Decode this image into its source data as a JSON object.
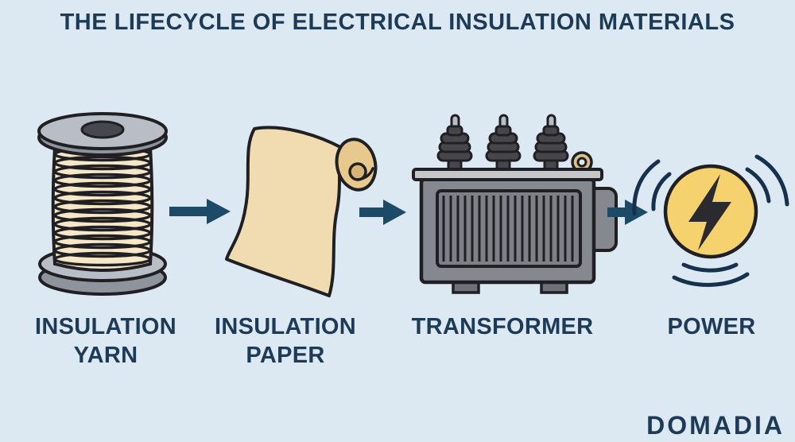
{
  "title": "THE LIFECYCLE OF ELECTRICAL INSULATION MATERIALS",
  "brand": "DOMADIA",
  "stages": [
    {
      "id": "insulation-yarn",
      "label_line1": "INSULATION",
      "label_line2": "YARN",
      "icon": "yarn-spool-icon"
    },
    {
      "id": "insulation-paper",
      "label_line1": "INSULATION",
      "label_line2": "PAPER",
      "icon": "paper-scroll-icon"
    },
    {
      "id": "transformer",
      "label_line1": "TRANSFORMER",
      "label_line2": "",
      "icon": "transformer-icon"
    },
    {
      "id": "power",
      "label_line1": "POWER",
      "label_line2": "",
      "icon": "power-bolt-icon"
    }
  ],
  "colors": {
    "background": "#dde9f2",
    "text": "#1d3a56",
    "arrow": "#1d4a66",
    "outline": "#1f1f24",
    "yarn_cream": "#f6e8c6",
    "spool_gray": "#b9bdc6",
    "spool_rim": "#8e939c",
    "spool_hole": "#46484e",
    "paper_tan": "#f0dcb0",
    "paper_roll": "#e8c98d",
    "paper_roll_inner": "#d8b377",
    "transformer_gray": "#85888f",
    "transformer_fins": "#7d8087",
    "transformer_plate": "#c6c7c9",
    "transformer_feet": "#6e7178",
    "bushing_dark": "#47474b",
    "pin_gray": "#b9bdc6",
    "ring_gold": "#dcc18c",
    "power_yellow": "#f6d26e",
    "bolt_dark": "#2b2b2f",
    "arc_navy": "#16314d"
  }
}
